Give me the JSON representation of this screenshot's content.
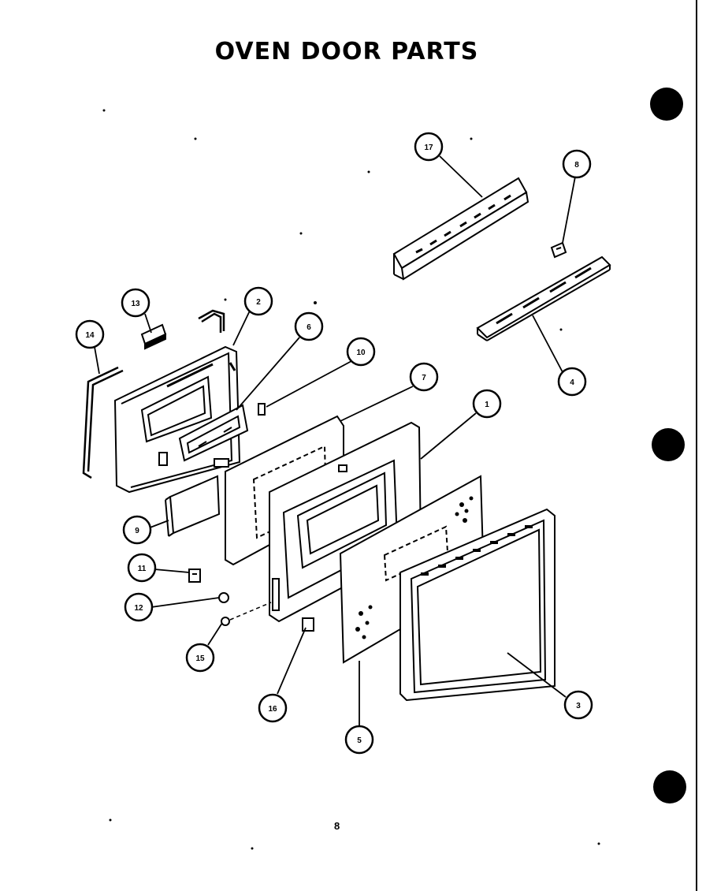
{
  "title": "OVEN DOOR PARTS",
  "page_number": "8",
  "callouts": [
    {
      "id": "c17",
      "label": "17"
    },
    {
      "id": "c8",
      "label": "8"
    },
    {
      "id": "c13",
      "label": "13"
    },
    {
      "id": "c2",
      "label": "2"
    },
    {
      "id": "c6",
      "label": "6"
    },
    {
      "id": "c14",
      "label": "14"
    },
    {
      "id": "c10",
      "label": "10"
    },
    {
      "id": "c7",
      "label": "7"
    },
    {
      "id": "c1",
      "label": "1"
    },
    {
      "id": "c4",
      "label": "4"
    },
    {
      "id": "c9",
      "label": "9"
    },
    {
      "id": "c11",
      "label": "11"
    },
    {
      "id": "c12",
      "label": "12"
    },
    {
      "id": "c15",
      "label": "15"
    },
    {
      "id": "c16",
      "label": "16"
    },
    {
      "id": "c5",
      "label": "5"
    },
    {
      "id": "c3",
      "label": "3"
    }
  ]
}
